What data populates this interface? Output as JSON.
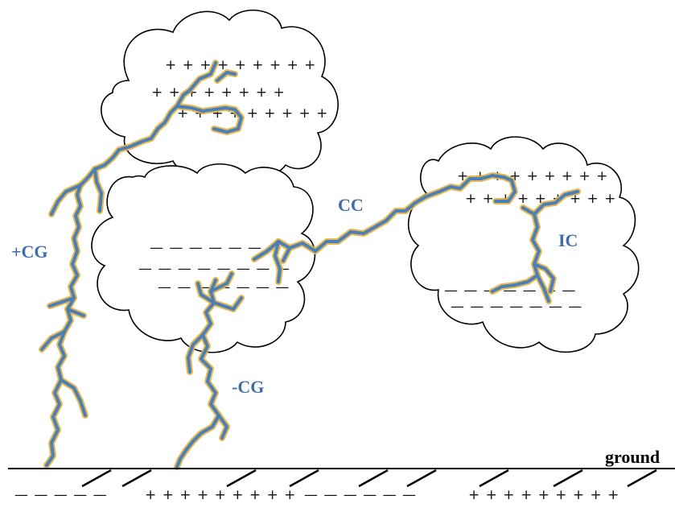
{
  "labels": {
    "positive_cg": "+CG",
    "negative_cg": "-CG",
    "cloud_to_cloud": "CC",
    "intracloud": "IC",
    "ground": "ground"
  },
  "charges": {
    "left_cloud_top_1": "+ + + + + + + + +",
    "left_cloud_top_2": "+ + + + + + + +",
    "left_cloud_top_3": "+ + + + + + + + +",
    "left_cloud_bottom_1": "— — — — — — —",
    "left_cloud_bottom_2": "— — — — — — — —",
    "left_cloud_bottom_3": "— — — — — — —",
    "right_cloud_top_1": "+ + + + + + + + +",
    "right_cloud_top_2": "+ + + + + + + + +",
    "right_cloud_bottom_1": "— — — — — — —",
    "right_cloud_bottom_2": "— — — — — — —",
    "ground_1": "— — — — —",
    "ground_2": "+ + + + + + + + +",
    "ground_3": "— — — — — —",
    "ground_4": "+ + + + + + + + +"
  },
  "colors": {
    "bolt": "#4a7fba",
    "glow": "#e3b341",
    "label": "#3f6ea6"
  }
}
